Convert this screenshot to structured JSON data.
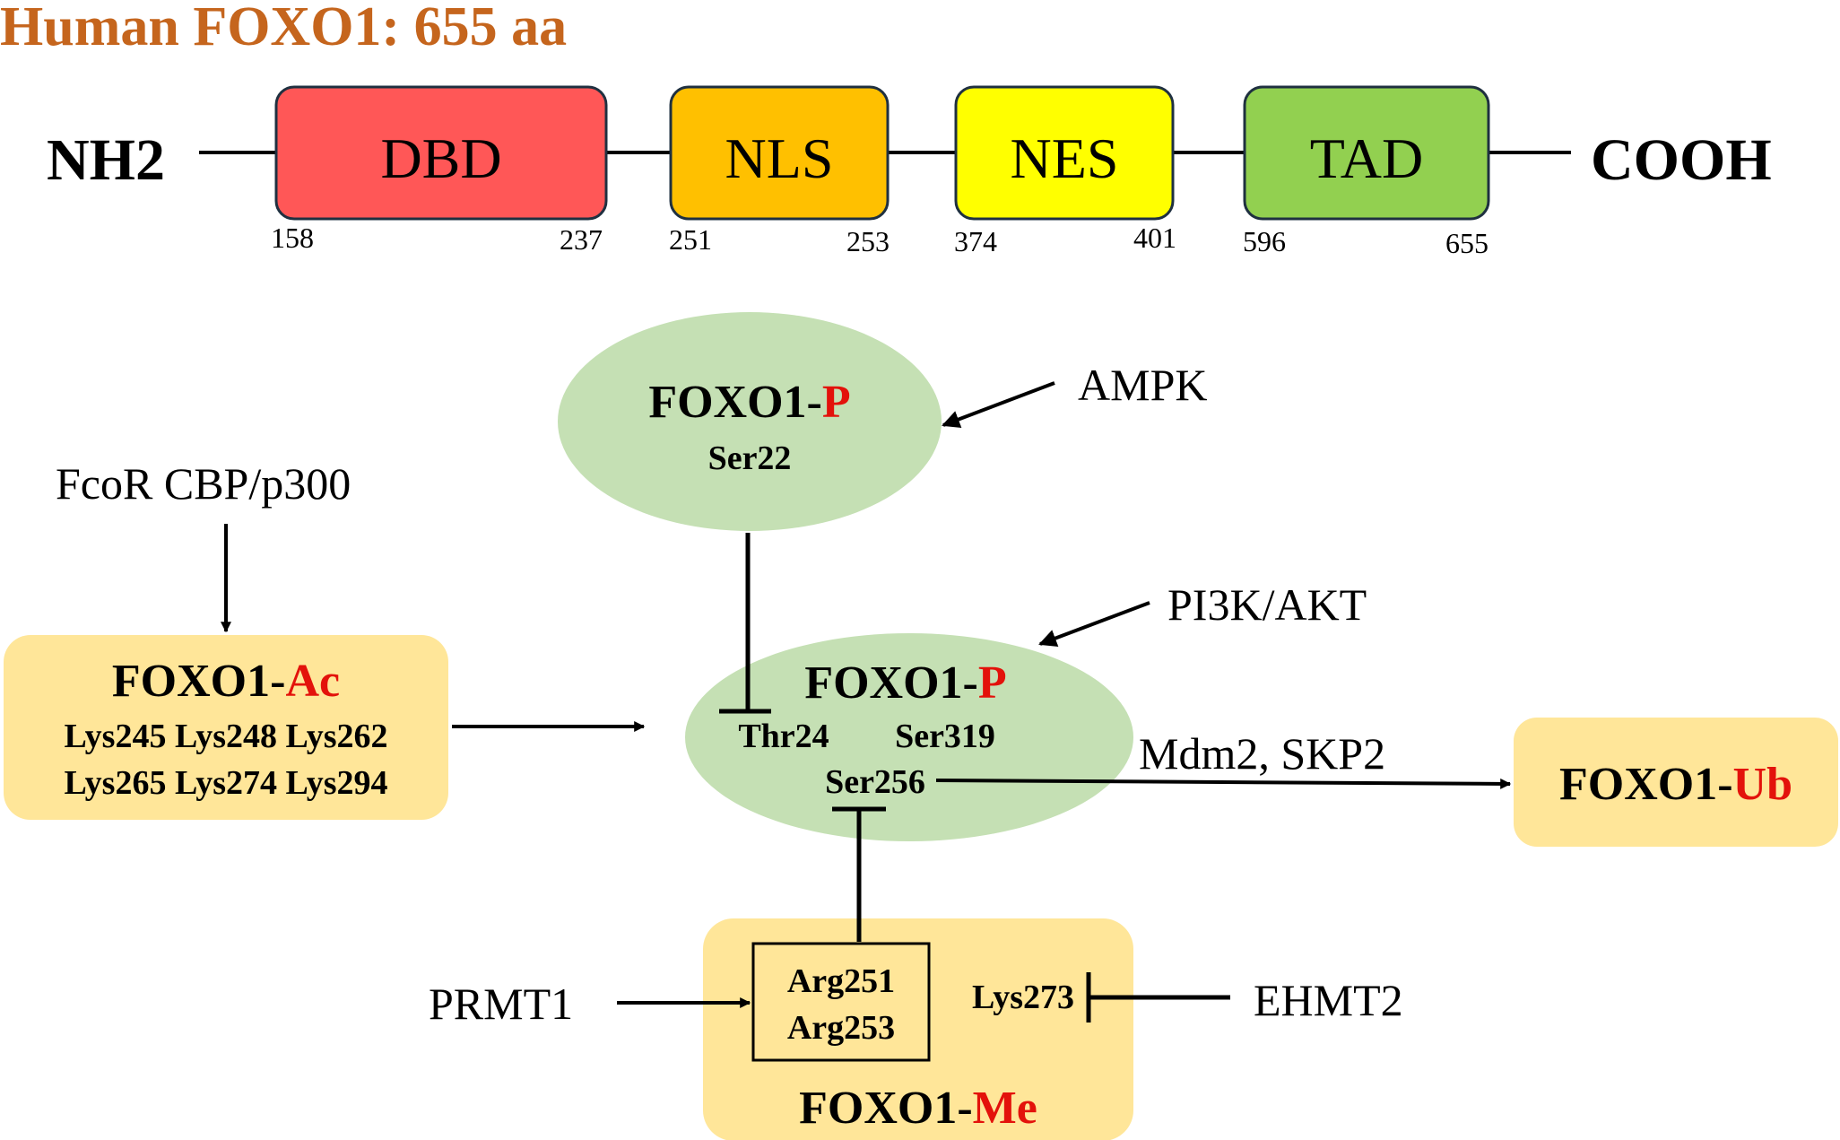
{
  "title": "Human FOXO1: 655 aa",
  "colors": {
    "title": "#C5651D",
    "accent_red": "#E3120B",
    "ellipse_fill": "#C5E0B4",
    "box_fill": "#FFE699",
    "dbd": "#FF5757",
    "nls": "#FFC000",
    "nes": "#FFFF00",
    "tad": "#92D050",
    "domain_border": "#1F3040",
    "line": "#000000"
  },
  "protein": {
    "n_term": "NH2",
    "c_term": "COOH",
    "domains": [
      {
        "name": "DBD",
        "start": "158",
        "end": "237"
      },
      {
        "name": "NLS",
        "start": "251",
        "end": "253"
      },
      {
        "name": "NES",
        "start": "374",
        "end": "401"
      },
      {
        "name": "TAD",
        "start": "596",
        "end": "655"
      }
    ]
  },
  "nodes": {
    "foxo1_p_top": {
      "name": "FOXO1-",
      "mod": "P",
      "site": "Ser22"
    },
    "foxo1_p_center": {
      "name": "FOXO1-",
      "mod": "P",
      "site_left": "Thr24",
      "site_right": "Ser319",
      "site_bottom": "Ser256"
    },
    "foxo1_ac": {
      "name": "FOXO1-",
      "mod": "Ac",
      "sites_line1": "Lys245 Lys248 Lys262",
      "sites_line2": "Lys265 Lys274 Lys294"
    },
    "foxo1_ub": {
      "name": "FOXO1-",
      "mod": "Ub"
    },
    "foxo1_me": {
      "name": "FOXO1-",
      "mod": "Me",
      "site_arg1": "Arg251",
      "site_arg2": "Arg253",
      "site_lys": "Lys273"
    }
  },
  "regulators": {
    "ampk": "AMPK",
    "fcor_cbp": "FcoR CBP/p300",
    "pi3k_akt": "PI3K/AKT",
    "mdm2_skp2": "Mdm2, SKP2",
    "prmt1": "PRMT1",
    "ehmt2": "EHMT2"
  }
}
